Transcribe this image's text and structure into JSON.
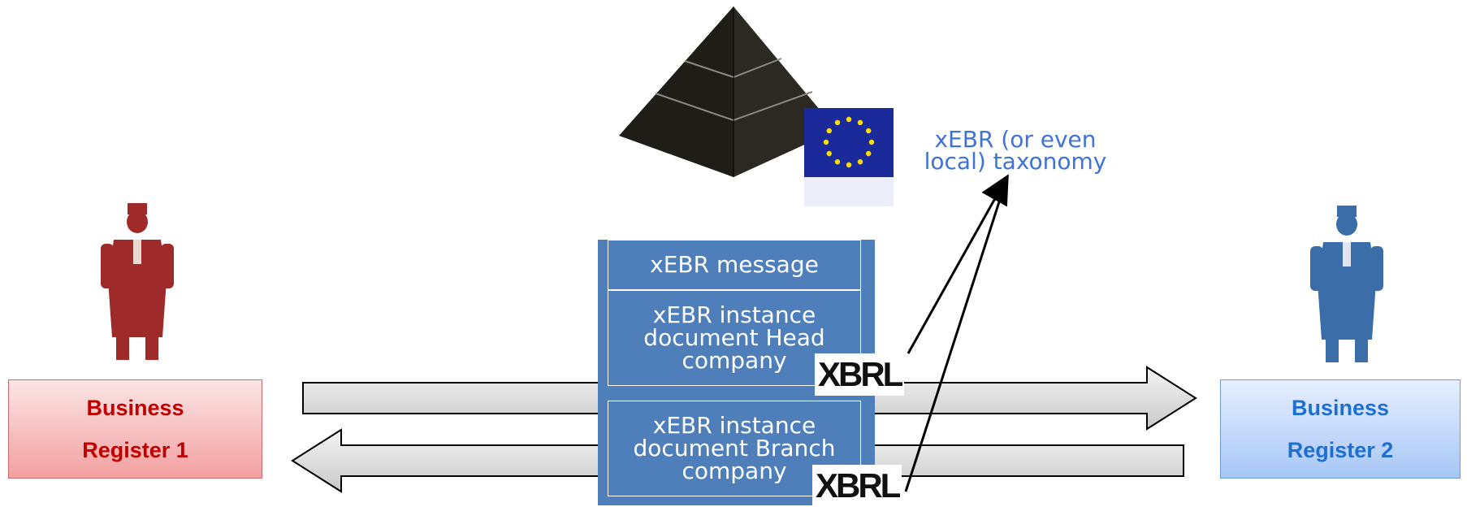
{
  "registers": [
    {
      "line1": "Business",
      "line2": "Register 1",
      "color": "#c00000"
    },
    {
      "line1": "Business",
      "line2": "Register 2",
      "color": "#1f6fd0"
    }
  ],
  "message": {
    "header": "xEBR message",
    "head_doc": [
      "xEBR instance",
      "document Head",
      "company"
    ],
    "branch_doc": [
      "xEBR instance",
      "document Branch",
      "company"
    ]
  },
  "taxonomy_label": [
    "xEBR (or even",
    "local) taxonomy"
  ],
  "xbrl_logo_text": "XBRL",
  "icons": {
    "pyramid": "pyramid-icon",
    "eu_flag": "eu-flag-icon",
    "registrar_red": "registrar-figure-icon",
    "registrar_blue": "registrar-figure-icon"
  },
  "colors": {
    "panel": "#4f7fba",
    "red_figure": "#9e2a2a",
    "blue_figure": "#3b6ea8",
    "eu_blue": "#1a2a9a",
    "star": "#ffdd00"
  }
}
